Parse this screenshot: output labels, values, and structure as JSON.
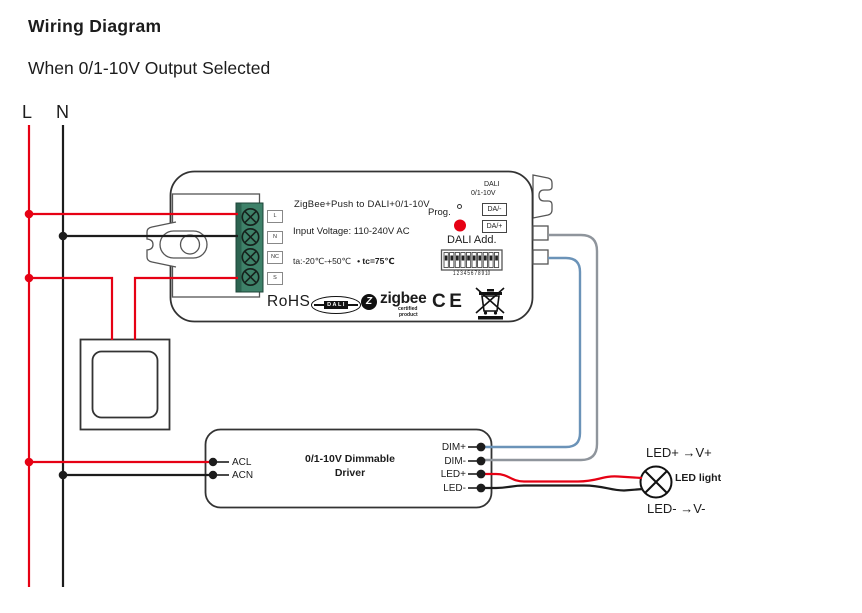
{
  "header": {
    "title": "Wiring Diagram",
    "subtitle": "When 0/1-10V Output Selected"
  },
  "power": {
    "live": "L",
    "neutral": "N"
  },
  "controller": {
    "product_line": "ZigBee+Push to DALI+0/1-10V",
    "voltage_line": "Input Voltage: 110-240V AC",
    "temp_line": "ta:-20℃-+50℃",
    "tc_line": "• tc=75℃",
    "prog_label": "Prog.",
    "dali_title": "DALI",
    "dali_subtitle": "0/1-10V",
    "da_minus": "DA/-",
    "da_plus": "DA/+",
    "dali_add_label": "DALI Add.",
    "dip_numbers": "1 2 3 4 5 6 7 8 9 10",
    "terminals": [
      "L",
      "N",
      "NC",
      "S"
    ],
    "logos": {
      "rohs": "RoHS",
      "dali": "DALI",
      "zigbee_z": "Z",
      "zigbee": "zigbee",
      "zigbee_sub1": "certified",
      "zigbee_sub2": "product",
      "ce": "CE"
    }
  },
  "driver": {
    "name_line1": "0/1-10V Dimmable",
    "name_line2": "Driver",
    "input_terminals": [
      "ACL",
      "ACN"
    ],
    "output_terminals": [
      "DIM+",
      "DIM-",
      "LED+",
      "LED-"
    ]
  },
  "led": {
    "top_label": "LED+ →V+",
    "name": "LED light",
    "bottom_label": "LED- →V-"
  },
  "colors": {
    "wire_red": "#e60114",
    "wire_blue": "#6b93b8",
    "wire_gray": "#8f959c",
    "line_black": "#1c1c1c",
    "terminal_green": "#3e8169",
    "terminal_green_dark": "#2c6350"
  }
}
